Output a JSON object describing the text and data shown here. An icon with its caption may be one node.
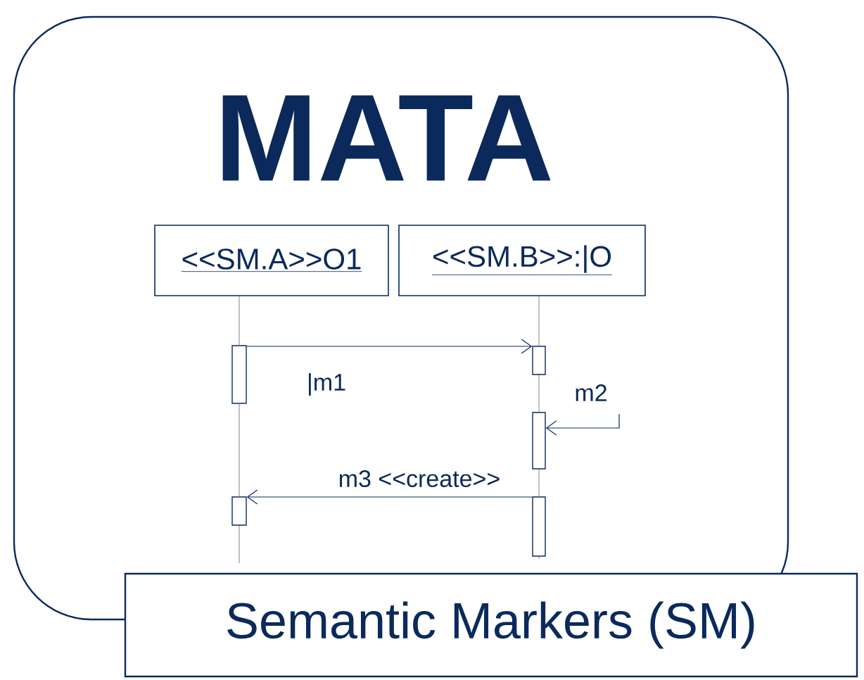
{
  "diagram": {
    "nodes": [
      {
        "text": [
          "MATA"
        ]
      },
      {
        "text": [
          "<<SM.A>>O1"
        ],
        "in": 0
      },
      {
        "text": [
          "<<SM.B>>:|O"
        ],
        "in": 0
      },
      {
        "text": [],
        "shape": "bar",
        "in": 0
      },
      {
        "text": [],
        "shape": "bar",
        "in": 0
      },
      {
        "text": [],
        "shape": "bar",
        "in": 0
      },
      {
        "text": [],
        "shape": "bar",
        "in": 0
      },
      {
        "text": [],
        "shape": "bar",
        "in": 0
      },
      {
        "text": [
          "Semantic Markers (SM)"
        ]
      }
    ],
    "edges": [
      {
        "from": 1,
        "to": 3,
        "arrow": "none",
        "color": "#999999"
      },
      {
        "from": 3,
        "to": 6,
        "arrow": "none",
        "color": "#999999"
      },
      {
        "from": 2,
        "to": 4,
        "arrow": "none",
        "color": "#999999"
      },
      {
        "from": 4,
        "to": 5,
        "arrow": "none",
        "color": "#999999"
      },
      {
        "from": 5,
        "to": 7,
        "arrow": "none",
        "color": "#999999"
      },
      {
        "from": 3,
        "to": 4,
        "arrow": "to",
        "label": "|m1",
        "color": "#0b2a5b"
      },
      {
        "from": null,
        "to": 5,
        "arrow": "to",
        "label": "m2",
        "color": "#0b2a5b"
      },
      {
        "from": 7,
        "to": 6,
        "arrow": "to",
        "label": "m3 <<create>>",
        "color": "#0b2a5b"
      }
    ]
  }
}
